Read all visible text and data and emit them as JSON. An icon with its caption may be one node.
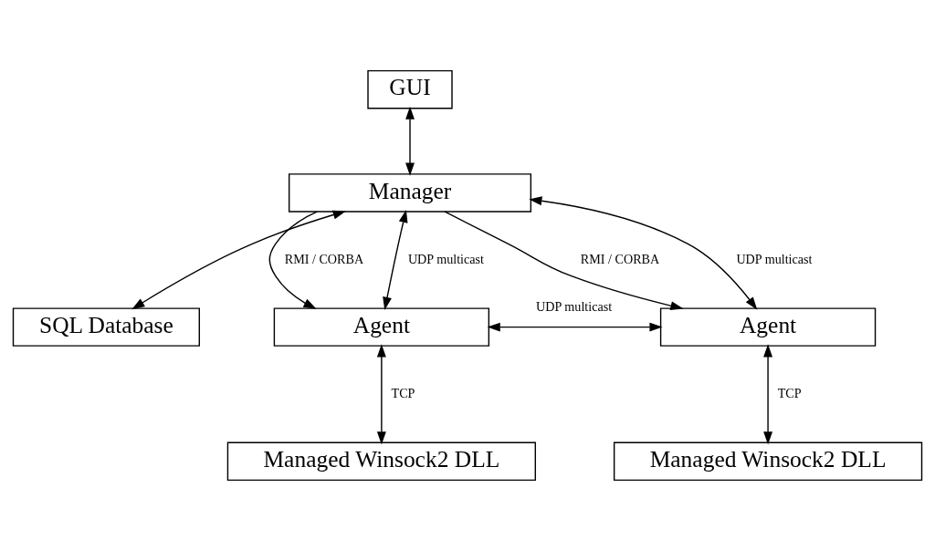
{
  "diagram": {
    "nodes": [
      {
        "text": [
          "GUI"
        ]
      },
      {
        "text": [
          "Manager"
        ]
      },
      {
        "text": [
          "SQL Database"
        ]
      },
      {
        "text": [
          "Agent"
        ]
      },
      {
        "text": [
          "Agent"
        ]
      },
      {
        "text": [
          "Managed Winsock2 DLL"
        ]
      },
      {
        "text": [
          "Managed Winsock2 DLL"
        ]
      }
    ],
    "edges": [
      {
        "from": 0,
        "to": 1,
        "arrow": "both"
      },
      {
        "from": 1,
        "to": 2,
        "arrow": "both"
      },
      {
        "from": 3,
        "to": 1,
        "arrow": "both",
        "label": "UDP multicast"
      },
      {
        "from": 4,
        "to": 1,
        "arrow": "both",
        "label": "UDP multicast"
      },
      {
        "from": 1,
        "to": 3,
        "arrow": "to",
        "label": "RMI / CORBA"
      },
      {
        "from": 1,
        "to": 4,
        "arrow": "to",
        "label": "RMI / CORBA"
      },
      {
        "from": 3,
        "to": 4,
        "arrow": "both",
        "label": "UDP multicast"
      },
      {
        "from": 3,
        "to": 5,
        "arrow": "both",
        "label": "TCP"
      },
      {
        "from": 4,
        "to": 6,
        "arrow": "both",
        "label": "TCP"
      }
    ]
  }
}
